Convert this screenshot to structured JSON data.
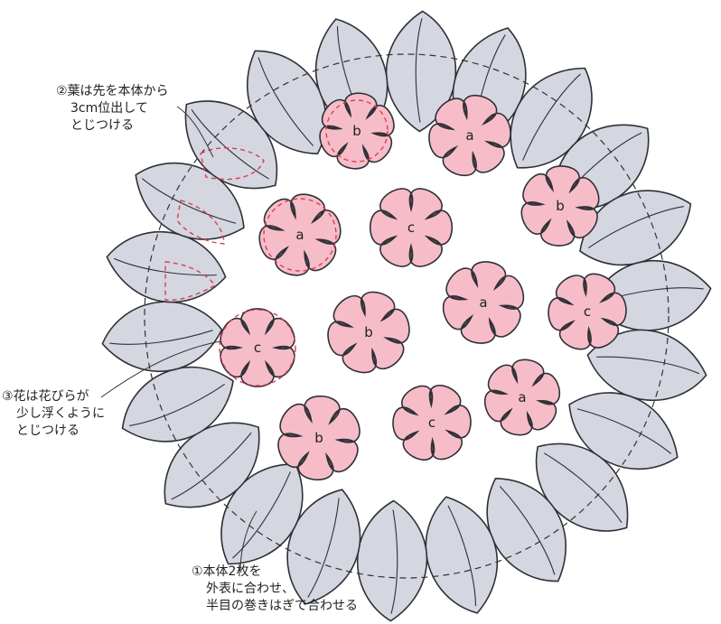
{
  "notes": [
    {
      "lines": [
        "②葉は先を本体から",
        "3cm位出して",
        "とじつける"
      ]
    },
    {
      "lines": [
        "③花は花びらが",
        "少し浮くように",
        "とじつける"
      ]
    },
    {
      "lines": [
        "①本体2枚を",
        "外表に合わせ、",
        "半目の巻きはぎで合わせる"
      ]
    }
  ],
  "flowers": [
    {
      "label": "b",
      "color": "#f6bdc9"
    },
    {
      "label": "a",
      "color": "#f6bdc9"
    },
    {
      "label": "b",
      "color": "#f6bdc9"
    },
    {
      "label": "a",
      "color": "#f6bdc9"
    },
    {
      "label": "c",
      "color": "#f6bdc9"
    },
    {
      "label": "a",
      "color": "#f6bdc9"
    },
    {
      "label": "c",
      "color": "#f6bdc9"
    },
    {
      "label": "c",
      "color": "#f6bdc9"
    },
    {
      "label": "b",
      "color": "#f6bdc9"
    },
    {
      "label": "a",
      "color": "#f6bdc9"
    },
    {
      "label": "c",
      "color": "#f6bdc9"
    },
    {
      "label": "b",
      "color": "#f6bdc9"
    }
  ],
  "colors": {
    "flower_fill": "#f6bdc9",
    "leaf_fill": "#d4d6e0",
    "outline": "#2f3037",
    "stitch": "#d8404f"
  }
}
